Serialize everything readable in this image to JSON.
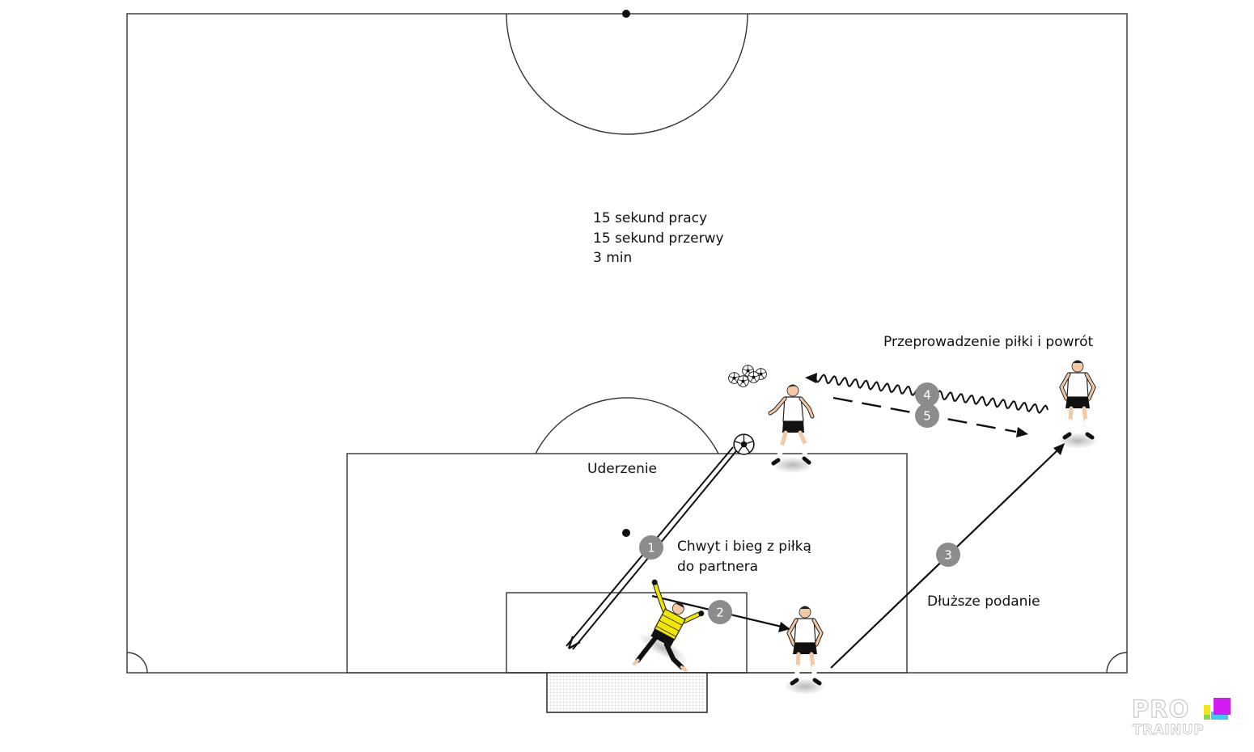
{
  "labels": {
    "info_line1": "15 sekund pracy",
    "info_line2": "15 sekund przerwy",
    "info_line3": "3 min",
    "dribble": "Przeprowadzenie piłki i powrót",
    "shot": "Uderzenie",
    "catch_line1": "Chwyt i bieg z piłką",
    "catch_line2": "do partnera",
    "long_pass": "Dłuższe podanie"
  },
  "steps": [
    "1",
    "2",
    "3",
    "4",
    "5"
  ],
  "logo": {
    "line1": "PRO",
    "line2": "TRAINUP"
  },
  "colors": {
    "lines": "#333333",
    "step_badge": "#8c8c8c",
    "goalkeeper_kit": "#f2e600",
    "logo_magenta": "#d21cf0",
    "logo_cyan": "#3fc9f2",
    "logo_yellow": "#f6e11b",
    "logo_green": "#8bd444"
  },
  "icons": [
    "soccer-ball-icon",
    "player-white-kit-icon",
    "goalkeeper-yellow-kit-icon"
  ]
}
